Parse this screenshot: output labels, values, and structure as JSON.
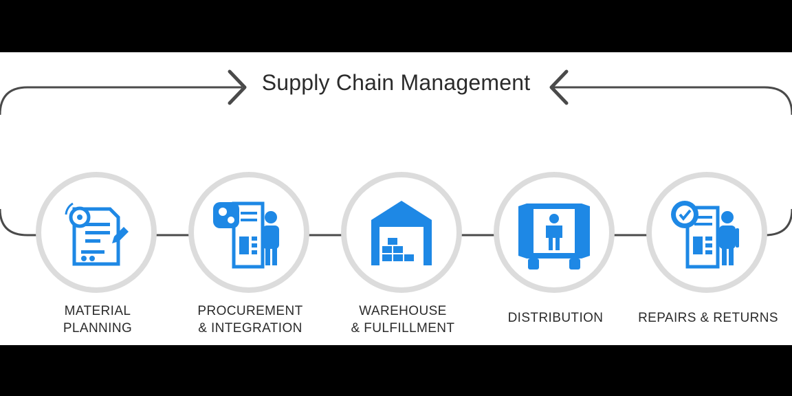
{
  "title": "Supply Chain Management",
  "accent_color": "#1e88e5",
  "line_color": "#4a4a4a",
  "steps": [
    {
      "icon": "material-planning-icon",
      "lines": [
        "MATERIAL",
        "PLANNING"
      ]
    },
    {
      "icon": "procurement-integration-icon",
      "lines": [
        "PROCUREMENT",
        "& INTEGRATION"
      ]
    },
    {
      "icon": "warehouse-icon",
      "lines": [
        "WAREHOUSE",
        "& FULFILLMENT"
      ]
    },
    {
      "icon": "distribution-truck-icon",
      "lines": [
        "DISTRIBUTION"
      ]
    },
    {
      "icon": "repairs-returns-icon",
      "lines": [
        "REPAIRS & RETURNS"
      ]
    }
  ]
}
